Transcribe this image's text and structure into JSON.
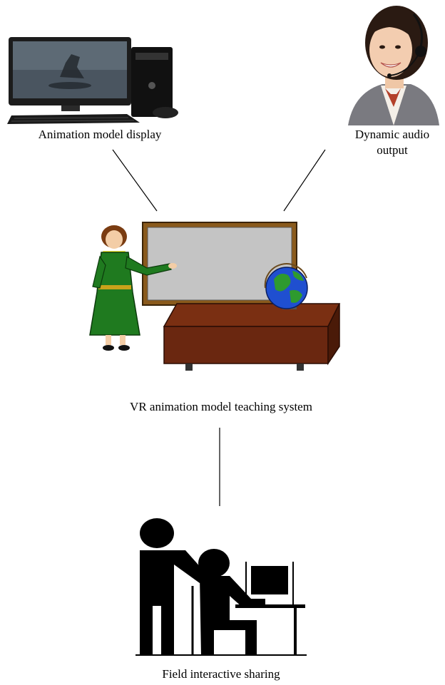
{
  "nodes": {
    "animation_display": {
      "label": "Animation model display",
      "icon": "desktop-computer-icon"
    },
    "audio_output": {
      "label": "Dynamic audio\noutput",
      "icon": "headset-operator-icon"
    },
    "vr_system": {
      "label": "VR animation model teaching system",
      "icon": "teacher-classroom-icon"
    },
    "field_sharing": {
      "label": "Field interactive sharing",
      "icon": "teacher-student-computer-icon"
    }
  },
  "colors": {
    "line": "#000000",
    "teacher_dress": "#1f7a1f",
    "board_frame": "#8a5a1c",
    "board_surface": "#c4c4c4",
    "desk": "#7a2f12",
    "globe_water": "#1f4fd0",
    "globe_land": "#2e9a2e"
  }
}
